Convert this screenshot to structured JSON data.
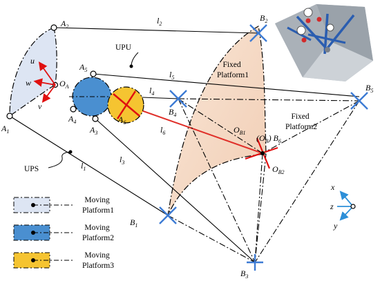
{
  "labels": {
    "a1": {
      "main": "A",
      "sub": "1"
    },
    "a2": {
      "main": "A",
      "sub": "2"
    },
    "a3": {
      "main": "A",
      "sub": "3"
    },
    "a4": {
      "main": "A",
      "sub": "4"
    },
    "a5": {
      "main": "A",
      "sub": "5"
    },
    "a6": {
      "main": "A",
      "sub": "6"
    },
    "oa": {
      "main": "O",
      "sub": "A"
    },
    "b1": {
      "main": "B",
      "sub": "1"
    },
    "b2": {
      "main": "B",
      "sub": "2"
    },
    "b3": {
      "main": "B",
      "sub": "3"
    },
    "b4": {
      "main": "B",
      "sub": "4"
    },
    "b5": {
      "main": "B",
      "sub": "5"
    },
    "ob1": {
      "main": "O",
      "sub": "B1"
    },
    "ob2": {
      "main": "O",
      "sub": "B2"
    },
    "ob_b6": {
      "pre": "(O",
      "presub": "B",
      "mid": ") B",
      "sub": "6"
    },
    "l1": {
      "main": "l",
      "sub": "1"
    },
    "l2": {
      "main": "l",
      "sub": "2"
    },
    "l3": {
      "main": "l",
      "sub": "3"
    },
    "l4": {
      "main": "l",
      "sub": "4"
    },
    "l5": {
      "main": "l",
      "sub": "5"
    },
    "l6": {
      "main": "l",
      "sub": "6"
    }
  },
  "local_axes": {
    "u": "u",
    "w": "w",
    "v": "v"
  },
  "global_axes": {
    "x": "x",
    "z": "z",
    "y": "y"
  },
  "joints": {
    "upu": "UPU",
    "ups": "UPS"
  },
  "fixed_platforms": {
    "fp1": [
      "Fixed",
      "Platform1"
    ],
    "fp2": [
      "Fixed",
      "Platform2"
    ]
  },
  "legend": [
    {
      "line1": "Moving",
      "line2": "Platform1",
      "fill": "#dde5f3"
    },
    {
      "line1": "Moving",
      "line2": "Platform2",
      "fill": "#4a8fd0"
    },
    {
      "line1": "Moving",
      "line2": "Platform3",
      "fill": "#f5c431"
    }
  ],
  "colors": {
    "fixed_platform1": "#f6dcc8",
    "moving_platform1": "#dde5f3",
    "moving_platform2": "#4a8fd0",
    "moving_platform3": "#f5c431",
    "joint_marker": "#3d7bd4",
    "axis_red": "#e01010",
    "leg_red": "#e0302a",
    "axis_blue": "#2d8fd8"
  },
  "inset": {
    "description_icon": "robot-render-icon"
  }
}
